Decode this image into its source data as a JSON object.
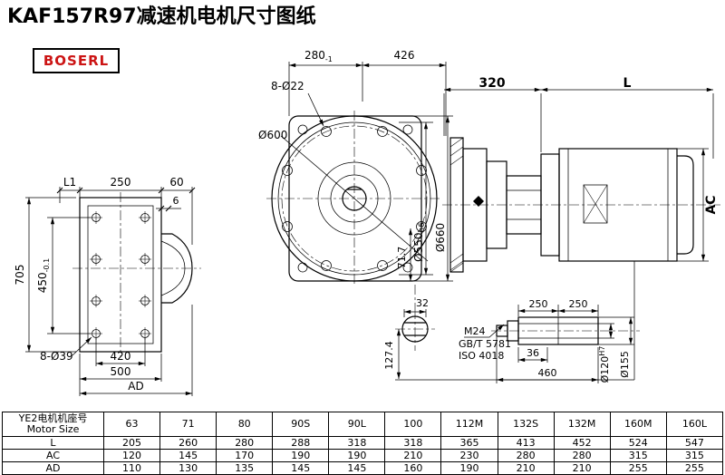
{
  "page": {
    "title": "KAF157R97减速机电机尺寸图纸",
    "brand": "BOSERL"
  },
  "labels": {
    "dim_280": "280",
    "dim_280_tol": "-1",
    "dim_426": "426",
    "hole_pattern_front": "8-Ø22",
    "dim_d600": "Ø600",
    "dim_320": "320",
    "dim_L": "L",
    "dim_L1": "L1",
    "dim_250_top": "250",
    "dim_60": "60",
    "dim_6": "6",
    "dim_705": "705",
    "dim_450": "450",
    "dim_450_tol": "-0.1",
    "hole_pattern_side": "8-Ø39",
    "dim_420": "420",
    "dim_500": "500",
    "dim_AD": "AD",
    "dim_d550": "Ø550",
    "dim_d550_fit": "h6",
    "dim_d660": "Ø660",
    "dim_71_7": "71.7",
    "dim_AC": "AC",
    "dim_32": "32",
    "dim_127_4": "127.4",
    "dim_250_a": "250",
    "dim_250_b": "250",
    "thread_label": "M24",
    "std_gb": "GB/T 5781",
    "std_iso": "ISO 4018",
    "dim_36": "36",
    "dim_460": "460",
    "dim_d120": "Ø120",
    "dim_d120_fit": "H7",
    "dim_d155": "Ø155"
  },
  "table": {
    "header_line1": "YE2电机机座号",
    "header_line2": "Motor Size",
    "columns": [
      "63",
      "71",
      "80",
      "90S",
      "90L",
      "100",
      "112M",
      "132S",
      "132M",
      "160M",
      "160L"
    ],
    "rows": [
      {
        "label": "L",
        "values": [
          "205",
          "260",
          "280",
          "288",
          "318",
          "318",
          "365",
          "413",
          "452",
          "524",
          "547"
        ]
      },
      {
        "label": "AC",
        "values": [
          "120",
          "145",
          "170",
          "190",
          "190",
          "210",
          "230",
          "280",
          "280",
          "315",
          "315"
        ]
      },
      {
        "label": "AD",
        "values": [
          "110",
          "130",
          "135",
          "145",
          "145",
          "160",
          "190",
          "210",
          "210",
          "255",
          "255"
        ]
      }
    ]
  }
}
